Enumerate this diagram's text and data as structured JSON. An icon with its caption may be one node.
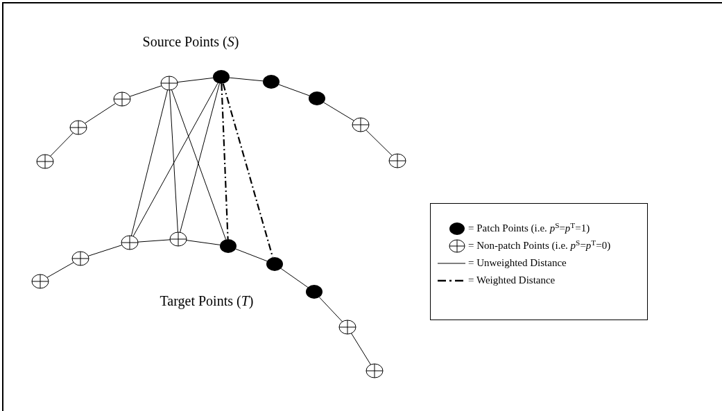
{
  "diagram": {
    "nodes": [
      {
        "text": [],
        "shape": "circle"
      },
      {
        "text": [],
        "shape": "circle"
      },
      {
        "text": [],
        "shape": "circle"
      },
      {
        "text": [],
        "shape": "circle"
      },
      {
        "text": [],
        "shape": "dot"
      },
      {
        "text": [],
        "shape": "dot"
      },
      {
        "text": [],
        "shape": "dot"
      },
      {
        "text": [],
        "shape": "circle"
      },
      {
        "text": [],
        "shape": "circle"
      },
      {
        "text": [],
        "shape": "circle"
      },
      {
        "text": [],
        "shape": "circle"
      },
      {
        "text": [],
        "shape": "circle"
      },
      {
        "text": [],
        "shape": "circle"
      },
      {
        "text": [],
        "shape": "dot"
      },
      {
        "text": [],
        "shape": "dot"
      },
      {
        "text": [],
        "shape": "dot"
      },
      {
        "text": [],
        "shape": "circle"
      },
      {
        "text": [],
        "shape": "circle"
      }
    ],
    "edges": [
      {
        "from": 0,
        "to": 1,
        "arrow": "none"
      },
      {
        "from": 1,
        "to": 2,
        "arrow": "none"
      },
      {
        "from": 2,
        "to": 3,
        "arrow": "none"
      },
      {
        "from": 3,
        "to": 4,
        "arrow": "none"
      },
      {
        "from": 4,
        "to": 5,
        "arrow": "none"
      },
      {
        "from": 5,
        "to": 6,
        "arrow": "none"
      },
      {
        "from": 6,
        "to": 7,
        "arrow": "none"
      },
      {
        "from": 7,
        "to": 8,
        "arrow": "none"
      },
      {
        "from": 9,
        "to": 10,
        "arrow": "none"
      },
      {
        "from": 10,
        "to": 11,
        "arrow": "none"
      },
      {
        "from": 11,
        "to": 12,
        "arrow": "none"
      },
      {
        "from": 12,
        "to": 13,
        "arrow": "none"
      },
      {
        "from": 13,
        "to": 14,
        "arrow": "none"
      },
      {
        "from": 14,
        "to": 15,
        "arrow": "none"
      },
      {
        "from": 15,
        "to": 16,
        "arrow": "none"
      },
      {
        "from": 16,
        "to": 17,
        "arrow": "none"
      },
      {
        "from": 3,
        "to": 11,
        "arrow": "none"
      },
      {
        "from": 3,
        "to": 12,
        "arrow": "none"
      },
      {
        "from": 3,
        "to": 13,
        "arrow": "none"
      },
      {
        "from": 4,
        "to": 11,
        "arrow": "none"
      },
      {
        "from": 4,
        "to": 12,
        "arrow": "none"
      },
      {
        "from": 4,
        "to": 13,
        "arrow": "none",
        "style": "dashed"
      },
      {
        "from": 4,
        "to": 14,
        "arrow": "none",
        "style": "dashed"
      }
    ],
    "labels": [
      "Source Points (*S*)",
      "Target Points (*T*)"
    ],
    "legend": [
      {
        "text": "= Patch Points (i.e. *p*$^{S}$=*p*$^{T}$=1)"
      },
      {
        "text": "= Non-patch Points (i.e. *p*$^{S}$=*p*$^{T}$=0)"
      },
      {
        "text": "= Unweighted Distance"
      },
      {
        "text": "= Weighted Distance"
      }
    ]
  }
}
